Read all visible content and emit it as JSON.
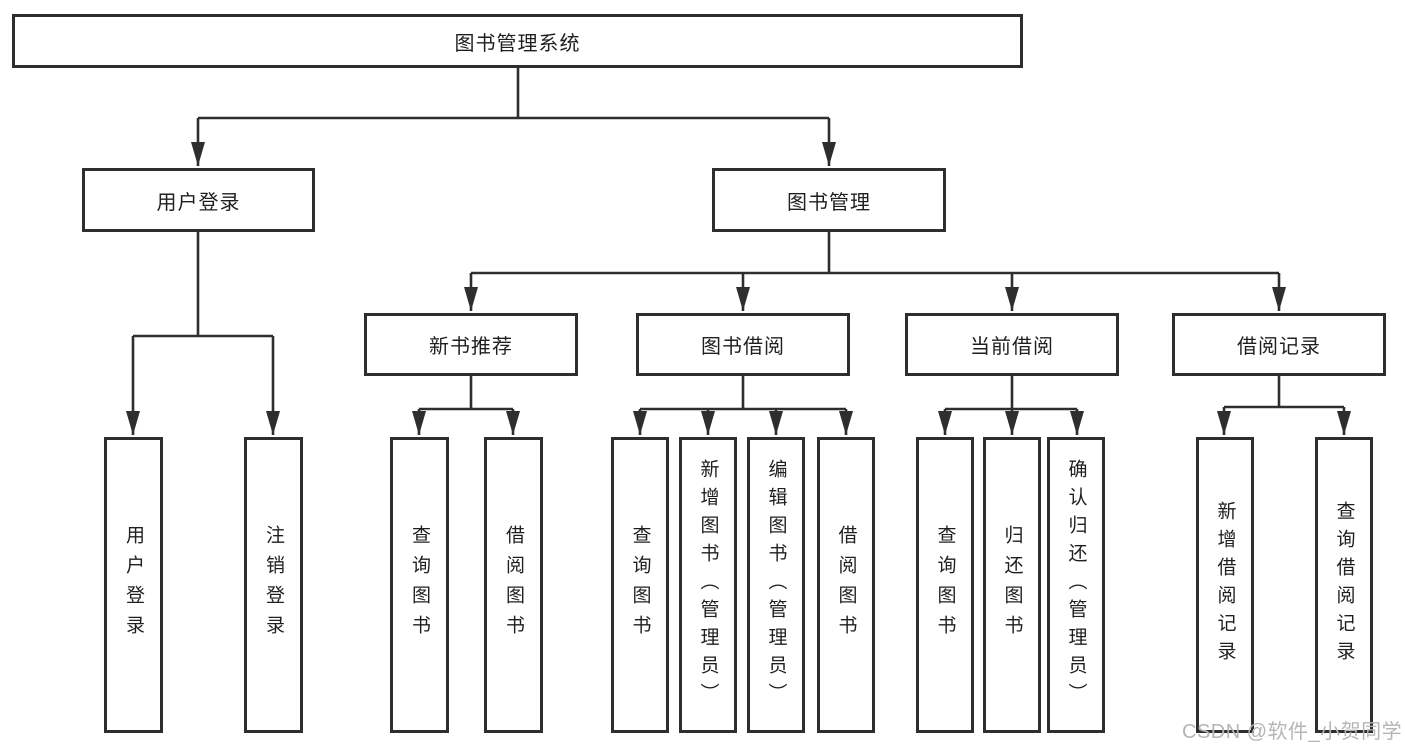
{
  "diagram": {
    "root_label": "图书管理系统",
    "branches": {
      "user_login": {
        "label": "用户登录",
        "children": [
          "用户登录",
          "注销登录"
        ]
      },
      "book_management": {
        "label": "图书管理",
        "sections": {
          "new_book_recommend": {
            "label": "新书推荐",
            "children": [
              "查询图书",
              "借阅图书"
            ]
          },
          "book_borrow": {
            "label": "图书借阅",
            "children": [
              "查询图书",
              "新增图书（管理员）",
              "编辑图书（管理员）",
              "借阅图书"
            ]
          },
          "current_borrow": {
            "label": "当前借阅",
            "children": [
              "查询图书",
              "归还图书",
              "确认归还（管理员）"
            ]
          },
          "borrow_records": {
            "label": "借阅记录",
            "children": [
              "新增借阅记录",
              "查询借阅记录"
            ]
          }
        }
      }
    }
  },
  "watermark": {
    "text": "CSDN @软件_小贺同学"
  },
  "colors": {
    "line": "#2e2e2e",
    "box_border": "#2e2e2e",
    "text": "#1f1f1f",
    "watermark": "#b5b5b5",
    "background": "#ffffff"
  }
}
